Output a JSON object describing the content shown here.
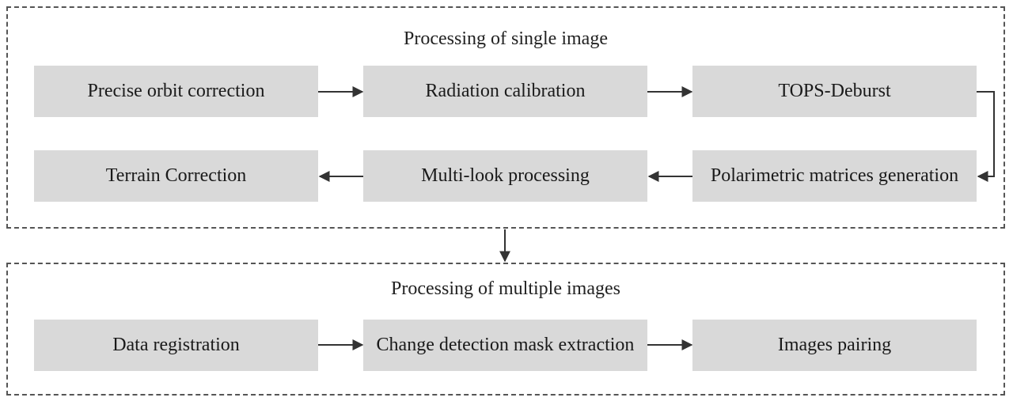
{
  "groups": {
    "single": {
      "title": "Processing of single image",
      "steps": [
        "Precise orbit correction",
        "Radiation calibration",
        "TOPS-Deburst",
        "Polarimetric matrices generation",
        "Multi-look processing",
        "Terrain Correction"
      ]
    },
    "multiple": {
      "title": "Processing of multiple images",
      "steps": [
        "Data registration",
        "Change detection mask extraction",
        "Images pairing"
      ]
    }
  },
  "colors": {
    "box_fill": "#d9d9d9",
    "border": "#555555",
    "arrow": "#333333",
    "text": "#1a1a1a"
  }
}
